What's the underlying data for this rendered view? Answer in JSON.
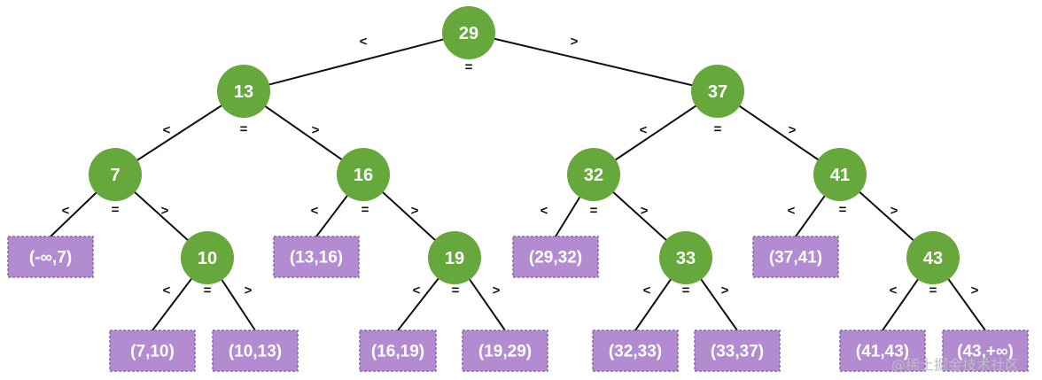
{
  "comparators": {
    "less": "<",
    "equal": "=",
    "greater": ">"
  },
  "nodes": [
    {
      "id": "n29",
      "label": "29",
      "parent": null
    },
    {
      "id": "n13",
      "label": "13",
      "parent": "n29"
    },
    {
      "id": "n37",
      "label": "37",
      "parent": "n29"
    },
    {
      "id": "n7",
      "label": "7",
      "parent": "n13"
    },
    {
      "id": "n16",
      "label": "16",
      "parent": "n13"
    },
    {
      "id": "n32",
      "label": "32",
      "parent": "n37"
    },
    {
      "id": "n41",
      "label": "41",
      "parent": "n37"
    },
    {
      "id": "n10",
      "label": "10",
      "parent": "n7"
    },
    {
      "id": "n19",
      "label": "19",
      "parent": "n16"
    },
    {
      "id": "n33",
      "label": "33",
      "parent": "n32"
    },
    {
      "id": "n43",
      "label": "43",
      "parent": "n41"
    }
  ],
  "leaves": [
    {
      "id": "l1",
      "label": "(-∞,7)",
      "parent": "n7"
    },
    {
      "id": "l2",
      "label": "(13,16)",
      "parent": "n16"
    },
    {
      "id": "l3",
      "label": "(29,32)",
      "parent": "n32"
    },
    {
      "id": "l4",
      "label": "(37,41)",
      "parent": "n41"
    },
    {
      "id": "l5",
      "label": "(7,10)",
      "parent": "n10"
    },
    {
      "id": "l6",
      "label": "(10,13)",
      "parent": "n10"
    },
    {
      "id": "l7",
      "label": "(16,19)",
      "parent": "n19"
    },
    {
      "id": "l8",
      "label": "(19,29)",
      "parent": "n19"
    },
    {
      "id": "l9",
      "label": "(32,33)",
      "parent": "n33"
    },
    {
      "id": "l10",
      "label": "(33,37)",
      "parent": "n33"
    },
    {
      "id": "l11",
      "label": "(41,43)",
      "parent": "n43"
    },
    {
      "id": "l12",
      "label": "(43,+∞)",
      "parent": "n43"
    }
  ],
  "watermark": "@稀土掘金技术社区"
}
